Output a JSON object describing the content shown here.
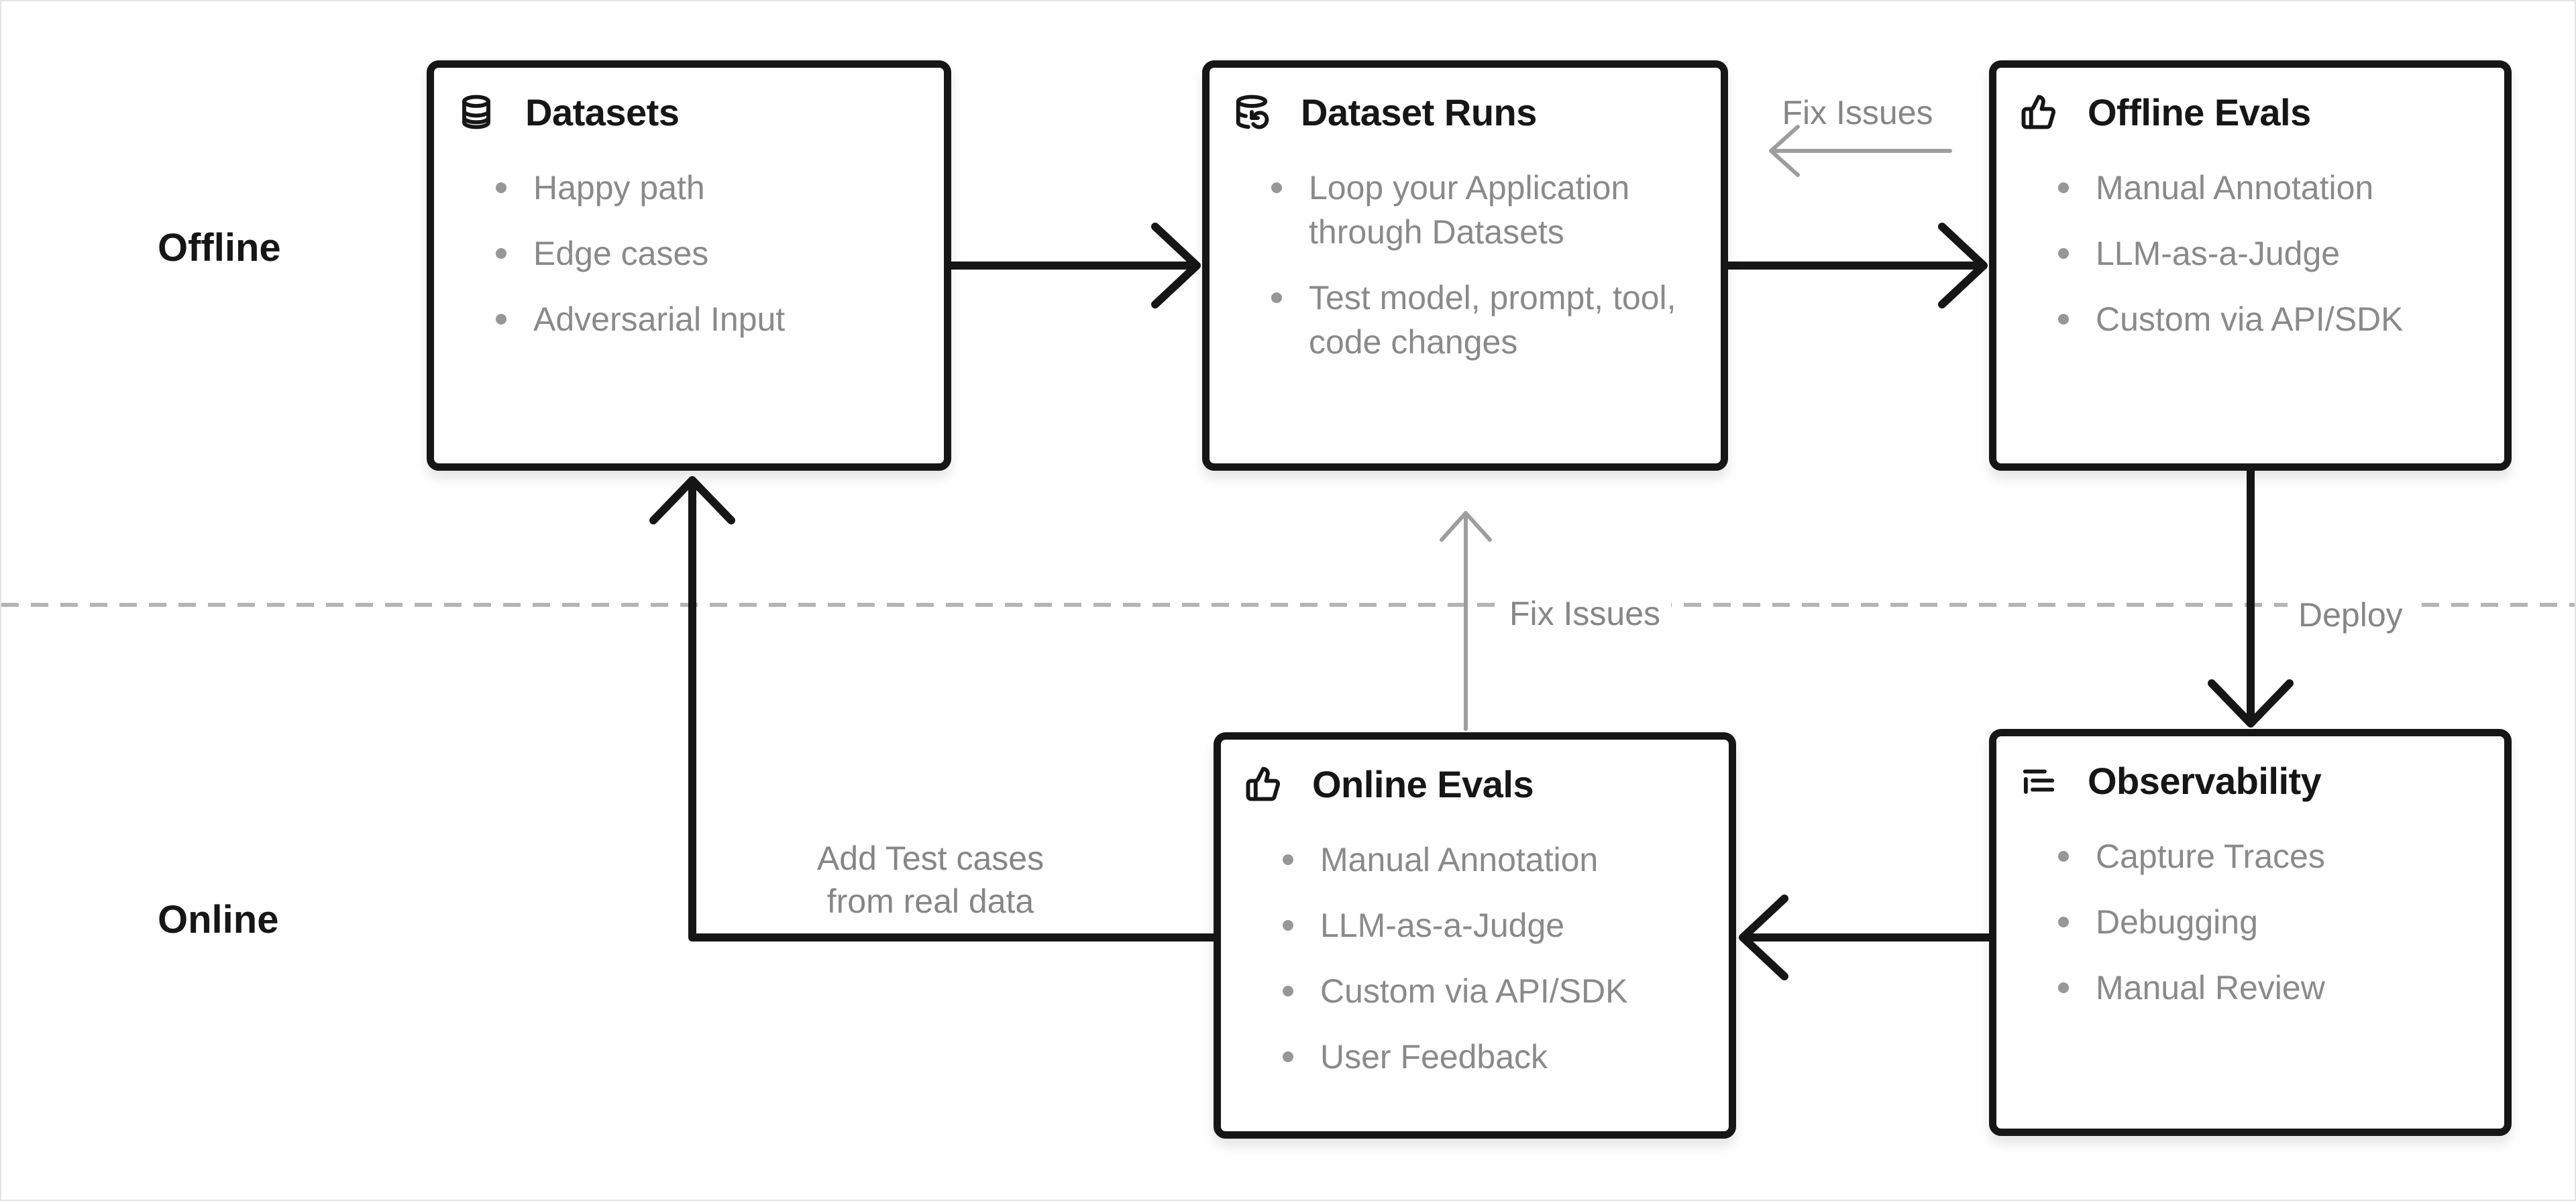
{
  "diagram": {
    "title_implied": "Offline / Online evals workflow",
    "colors": {
      "ink": "#161616",
      "muted_text": "#8a8a8a",
      "gray_arrow": "#9e9e9e",
      "dashed_divider": "#b5b5b5",
      "card_background": "#ffffff",
      "page_border": "#e4e4e4"
    },
    "sections": {
      "offline_label": "Offline",
      "online_label": "Online"
    },
    "cards": [
      {
        "id": "datasets",
        "icon": "database-icon",
        "title": "Datasets",
        "items": [
          "Happy path",
          "Edge cases",
          "Adversarial Input"
        ]
      },
      {
        "id": "dataset-runs",
        "icon": "database-refresh-icon",
        "title": "Dataset Runs",
        "items": [
          "Loop your Application through Datasets",
          "Test model, prompt, tool, code changes"
        ]
      },
      {
        "id": "offline-evals",
        "icon": "thumbs-up-icon",
        "title": "Offline Evals",
        "items": [
          "Manual Annotation",
          "LLM-as-a-Judge",
          "Custom via API/SDK"
        ]
      },
      {
        "id": "online-evals",
        "icon": "thumbs-up-icon",
        "title": "Online Evals",
        "items": [
          "Manual Annotation",
          "LLM-as-a-Judge",
          "Custom via API/SDK",
          "User Feedback"
        ]
      },
      {
        "id": "observability",
        "icon": "logs-icon",
        "title": "Observability",
        "items": [
          "Capture Traces",
          "Debugging",
          "Manual Review"
        ]
      }
    ],
    "edge_labels": {
      "fix_issues_top": "Fix Issues",
      "fix_issues_mid": "Fix Issues",
      "deploy": "Deploy",
      "add_test_cases_line1": "Add Test cases",
      "add_test_cases_line2": "from real data"
    }
  }
}
